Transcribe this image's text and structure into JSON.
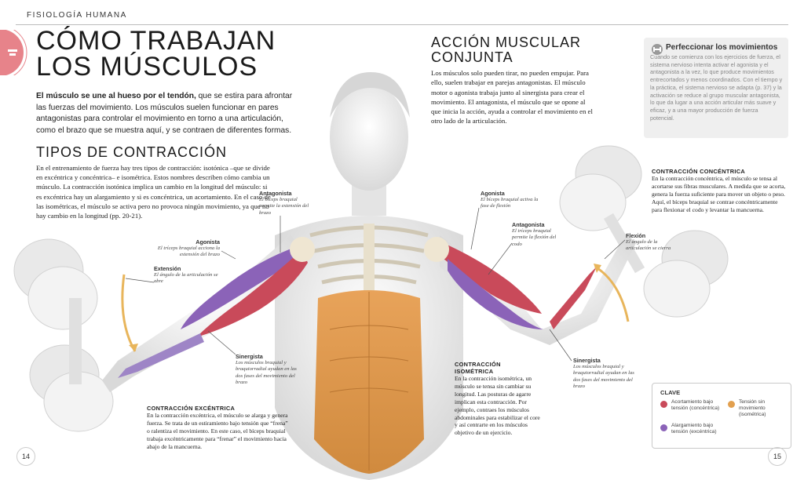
{
  "header": {
    "section": "FISIOLOGÍA HUMANA"
  },
  "left": {
    "title": "CÓMO TRABAJAN LOS MÚSCULOS",
    "intro_bold": "El músculo se une al hueso por el tendón,",
    "intro_rest": " que se estira para afrontar las fuerzas del movimiento. Los músculos suelen funcionar en pares antagonistas para controlar el movimiento en torno a una articulación, como el brazo que se muestra aquí, y se contraen de diferentes formas.",
    "subheading": "TIPOS DE CONTRACCIÓN",
    "body": "En el entrenamiento de fuerza hay tres tipos de contracción: isotónica –que se divide en excéntrica y concéntrica– e isométrica. Estos nombres describen cómo cambia un músculo. La contracción isotónica implica un cambio en la longitud del músculo: si es excéntrica hay un alargamiento y si es  concéntrica, un acortamiento. En el caso de las isométricas, el músculo se activa pero no provoca ningún movimiento, ya que no hay cambio en la longitud (pp. 20-21)."
  },
  "right": {
    "subheading": "ACCIÓN MUSCULAR CONJUNTA",
    "body": "Los músculos solo pueden tirar, no pueden empujar. Para ello, suelen trabajar en parejas antagonistas. El músculo motor o agonista trabaja junto al sinergista para crear el movimiento. El antagonista, el músculo que se opone al que inicia la acción, ayuda a controlar el movimiento en el otro lado de la articulación."
  },
  "tip": {
    "title": "Perfeccionar los movimientos",
    "body": "Cuando se comienza con los ejercicios de fuerza, el sistema nervioso intenta activar el agonista y el antagonista a la vez, lo que produce movimientos entrecortados y menos coordinados. Con el tiempo y la práctica, el sistema nervioso se adapta (p. 37) y la activación se reduce al grupo muscular antagonista, lo que da lugar a una acción articular más suave y eficaz, y a una mayor producción de fuerza potencial."
  },
  "labels": {
    "antagonista_l": {
      "head": "Antagonista",
      "text": "El bíceps braquial permite la extensión del brazo"
    },
    "agonista_l": {
      "head": "Agonista",
      "text": "El tríceps braquial acciona la extensión del brazo"
    },
    "extension": {
      "head": "Extensión",
      "text": "El ángulo de la articulación se abre"
    },
    "sinergista_l": {
      "head": "Sinergista",
      "text": "Los músculos braquial y braquiorradial ayudan en las dos fases del movimiento del brazo"
    },
    "agonista_r": {
      "head": "Agonista",
      "text": "El bíceps braquial activa la fase de flexión"
    },
    "antagonista_r": {
      "head": "Antagonista",
      "text": "El tríceps braquial permite la flexión del codo"
    },
    "flexion": {
      "head": "Flexión",
      "text": "El ángulo de la articulación se cierra"
    },
    "sinergista_r": {
      "head": "Sinergista",
      "text": "Los músculos braquial y braquiorradial ayudan en las dos fases del movimiento del brazo"
    }
  },
  "concentrica": {
    "head": "CONTRACCIÓN CONCÉNTRICA",
    "text": "En la contracción concéntrica, el músculo se tensa al acortarse sus fibras musculares. A medida que se acorta, genera la fuerza suficiente para mover un objeto o peso. Aquí, el bíceps braquial se contrae concéntricamente para flexionar el codo y levantar la mancuerna."
  },
  "isometrica": {
    "head": "CONTRACCIÓN ISOMÉTRICA",
    "text": "En la contracción isométrica, un músculo se tensa sin cambiar su longitud. Las posturas de agarre implican esta contracción. Por ejemplo, contraes los músculos abdominales para estabilizar el core y así centrarte en los músculos objetivo de un ejercicio."
  },
  "excentrica": {
    "head": "CONTRACCIÓN EXCÉNTRICA",
    "text": "En la contracción excéntrica, el músculo se alarga y genera fuerza. Se trata de un estiramiento bajo tensión que “frena” o ralentiza el movimiento. En este caso, el bíceps braquial trabaja excéntricamente para “frenar” el movimiento hacia abajo de la mancuerna."
  },
  "key": {
    "title": "CLAVE",
    "items": [
      {
        "label": "Acortamiento bajo tensión (concéntrica)",
        "color": "#c94a5a"
      },
      {
        "label": "Alargamiento bajo tensión (excéntrica)",
        "color": "#8b63b8"
      },
      {
        "label": "Tensión sin movimiento (isométrica)",
        "color": "#e2a04f"
      }
    ]
  },
  "pages": {
    "left": "14",
    "right": "15"
  }
}
